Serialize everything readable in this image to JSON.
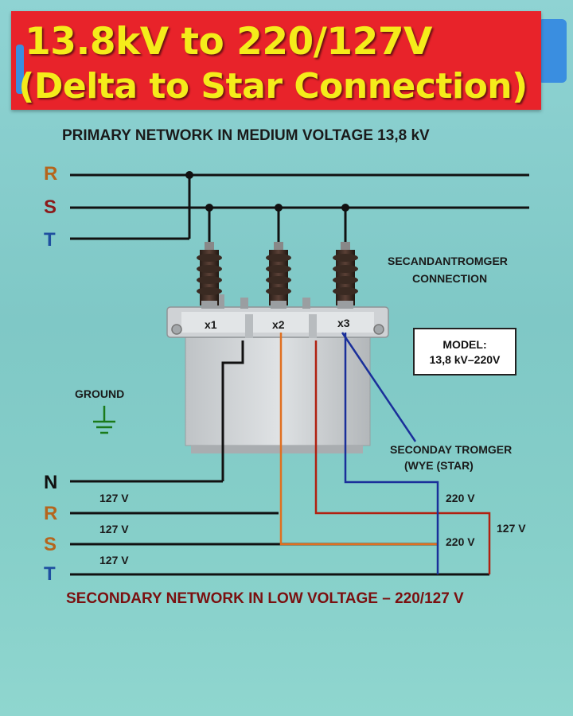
{
  "title": {
    "line1": "13.8kV to 220/127V",
    "line2": "(Delta to Star Connection)"
  },
  "primary_label": "PRIMARY NETWORK IN MEDIUM VOLTAGE 13,8 kV",
  "primary_phases": {
    "r": "R",
    "s": "S",
    "t": "T"
  },
  "bushings": {
    "x1": "x1",
    "x2": "x2",
    "x3": "x3"
  },
  "connection_label": {
    "line1": "SECANDANTROMGER",
    "line2": "CONNECTION"
  },
  "model": {
    "line1": "MODEL:",
    "line2": "13,8 kV–220V"
  },
  "ground_label": "GROUND",
  "secondary_label": {
    "line1": "SECONDAY TROMGER",
    "line2": "(WYE (STAR)"
  },
  "secondary_phases": {
    "n": "N",
    "r": "R",
    "s": "S",
    "t": "T"
  },
  "voltages": {
    "nr": "127 V",
    "rs": "127 V",
    "st": "127 V",
    "rs_line": "220 V",
    "st_line": "220 V",
    "rt": "127 V"
  },
  "footer_label": "SECONDARY NETWORK IN LOW VOLTAGE – 220/127 V",
  "colors": {
    "banner": "#e8232a",
    "title_text": "#f5ec1a",
    "phase_r": "#b5651d",
    "phase_s": "#8b1a1a",
    "phase_t": "#1f4fa0",
    "footer_text": "#7a1010",
    "ground": "#1a7a1a",
    "wire_x2": "#e07020",
    "wire_x2b": "#b02010",
    "wire_x3": "#1a2f9a"
  }
}
